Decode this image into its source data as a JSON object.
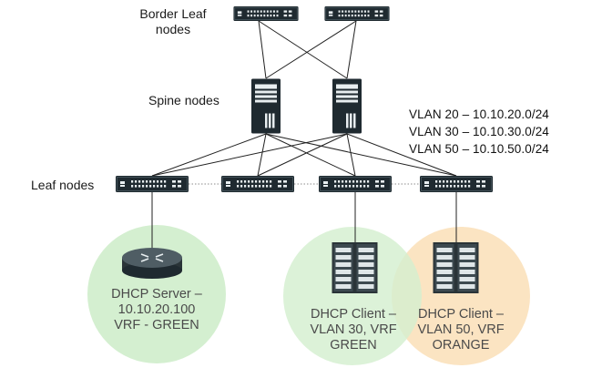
{
  "labels": {
    "border_leaf_line1": "Border Leaf",
    "border_leaf_line2": "nodes",
    "spine": "Spine nodes",
    "leaf": "Leaf nodes"
  },
  "vlans": [
    "VLAN 20 – 10.10.20.0/24",
    "VLAN 30 – 10.10.30.0/24",
    "VLAN 50 – 10.10.50.0/24"
  ],
  "endpoints": {
    "dhcp_server": [
      "DHCP Server –",
      "10.10.20.100",
      "VRF - GREEN"
    ],
    "client_green": [
      "DHCP Client –",
      "VLAN 30, VRF",
      "GREEN"
    ],
    "client_orange": [
      "DHCP Client –",
      "VLAN 50, VRF",
      "ORANGE"
    ]
  },
  "colors": {
    "vrf_green": "#d4efd0",
    "vrf_orange": "#fbe3bf",
    "device_dark": "#1f2a30",
    "link": "#222222"
  },
  "icons": {
    "switch": "network-switch-icon",
    "spine": "spine-switch-icon",
    "router": "router-icon",
    "server": "server-rack-icon"
  }
}
